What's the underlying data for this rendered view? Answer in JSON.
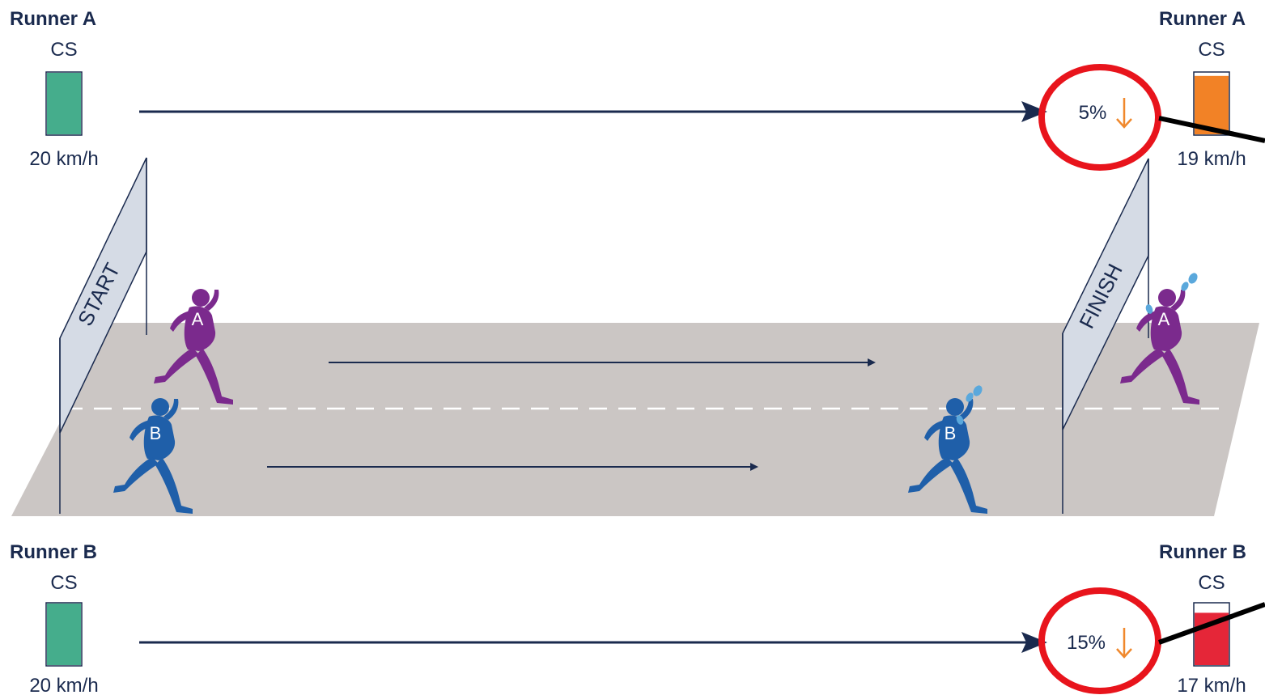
{
  "colors": {
    "navy": "#1a2a4e",
    "start_green": "#45ad8c",
    "end_orange": "#f28226",
    "end_red": "#e52638",
    "runner_a_purple": "#7b2a8d",
    "runner_b_blue": "#1f5fa9",
    "sweat_blue": "#5aa8dc",
    "arrow_orange": "#f0882c",
    "circle_red": "#e8141c",
    "track_gray": "#cbc6c4",
    "banner_gray": "#d5dbe5"
  },
  "runner_a": {
    "start": {
      "name": "Runner A",
      "cs_label": "CS",
      "speed": "20 km/h",
      "fill_level": 1.0
    },
    "end": {
      "name": "Runner A",
      "cs_label": "CS",
      "speed": "19 km/h",
      "fill_level": 0.95
    },
    "drop": {
      "percent": "5%",
      "arrow": "down-arrow-icon"
    },
    "figure_letter": "A"
  },
  "runner_b": {
    "start": {
      "name": "Runner B",
      "cs_label": "CS",
      "speed": "20 km/h",
      "fill_level": 1.0
    },
    "end": {
      "name": "Runner B",
      "cs_label": "CS",
      "speed": "17 km/h",
      "fill_level": 0.85
    },
    "drop": {
      "percent": "15%",
      "arrow": "down-arrow-icon"
    },
    "figure_letter": "B"
  },
  "banners": {
    "start": "START",
    "finish": "FINISH"
  }
}
